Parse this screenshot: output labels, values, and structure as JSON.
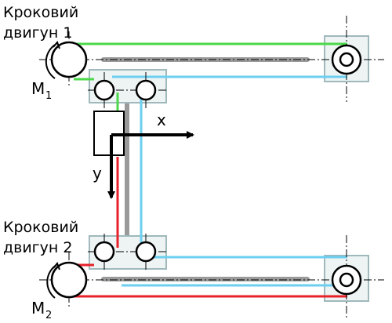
{
  "labels": {
    "motor1_line1": "Кроковий",
    "motor1_line2": "двигун 1",
    "motor1_symbol": "M",
    "motor1_index": "1",
    "motor2_line1": "Кроковий",
    "motor2_line2": "двигун 2",
    "motor2_symbol": "M",
    "motor2_index": "2",
    "axis_x": "x",
    "axis_y": "y"
  },
  "colors": {
    "belt_green": "#4cd84a",
    "belt_blue": "#6ccff0",
    "belt_red": "#e8222a",
    "rail_gray": "#9a9a9a",
    "pulley_box": "#9fb9bd",
    "carriage_fill": "#eef4f4",
    "stroke": "#000000"
  },
  "icons": {
    "motor_pulley": "pulley-with-rotation-arrow",
    "idler_pulley": "pulley-circle",
    "carriage": "rectangle-block"
  }
}
